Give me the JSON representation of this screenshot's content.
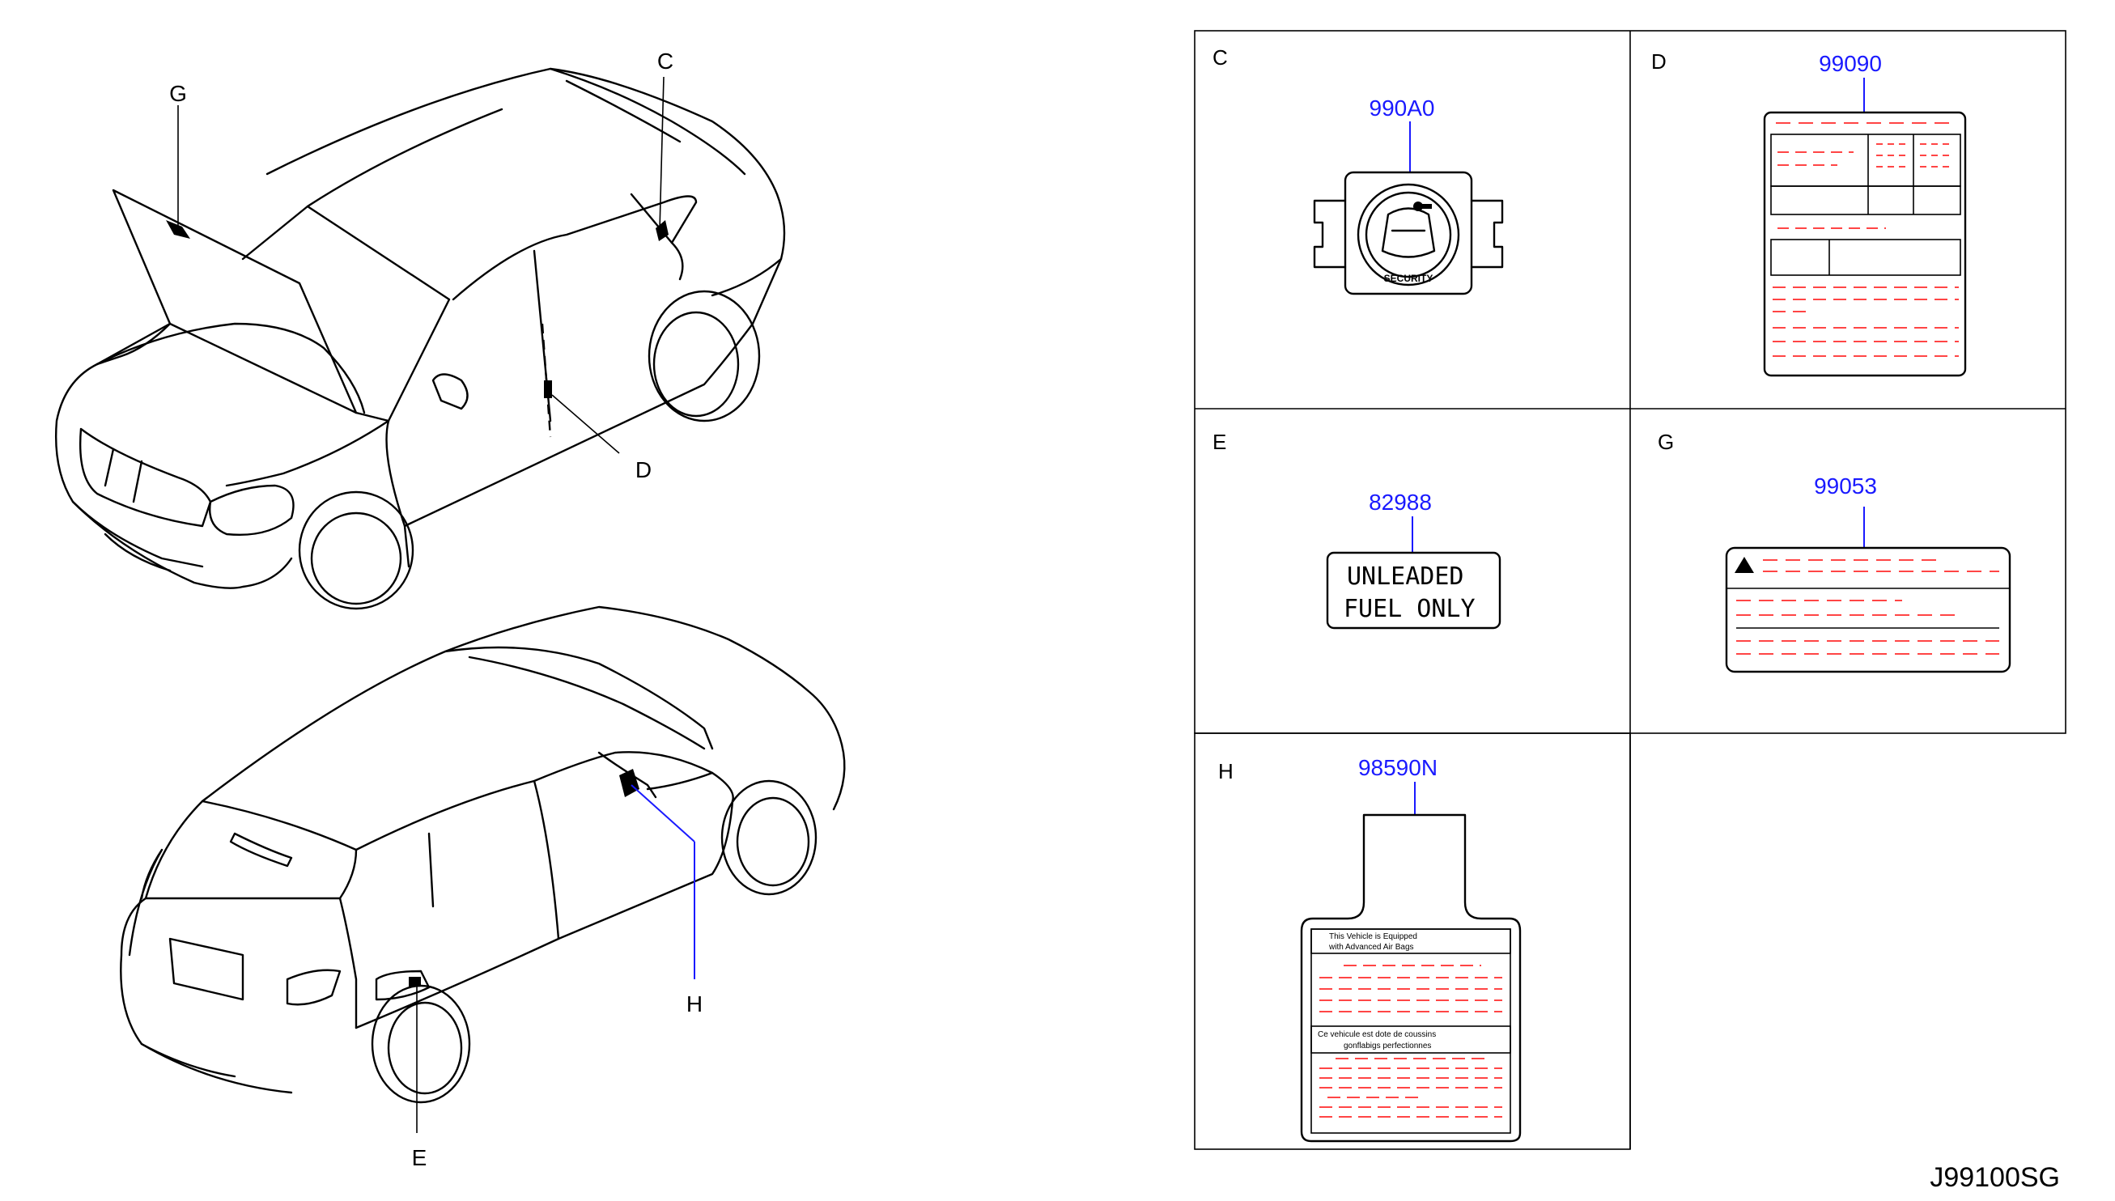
{
  "diagram_code": "J99100SG",
  "car_callouts": {
    "G": "G",
    "C": "C",
    "D": "D",
    "H": "H",
    "E": "E"
  },
  "panels": [
    {
      "id": "C",
      "letter": "C",
      "part_no": "990A0",
      "label_text": "SECURITY"
    },
    {
      "id": "D",
      "letter": "D",
      "part_no": "99090"
    },
    {
      "id": "E",
      "letter": "E",
      "part_no": "82988",
      "label_line1": "UNLEADED",
      "label_line2": "FUEL  ONLY"
    },
    {
      "id": "G",
      "letter": "G",
      "part_no": "99053"
    },
    {
      "id": "H",
      "letter": "H",
      "part_no": "98590N",
      "en_line1": "This    Vehicle    is    Equipped",
      "en_line2": "with    Advanced    Air    Bags",
      "fr_line1": "Ce    vehicule    est    dote    de    coussins",
      "fr_line2": "gonflabigs    perfectionnes"
    }
  ],
  "colors": {
    "line": "#000000",
    "part_number": "#1a1aff",
    "placeholder_text": "#ff2b2b"
  }
}
